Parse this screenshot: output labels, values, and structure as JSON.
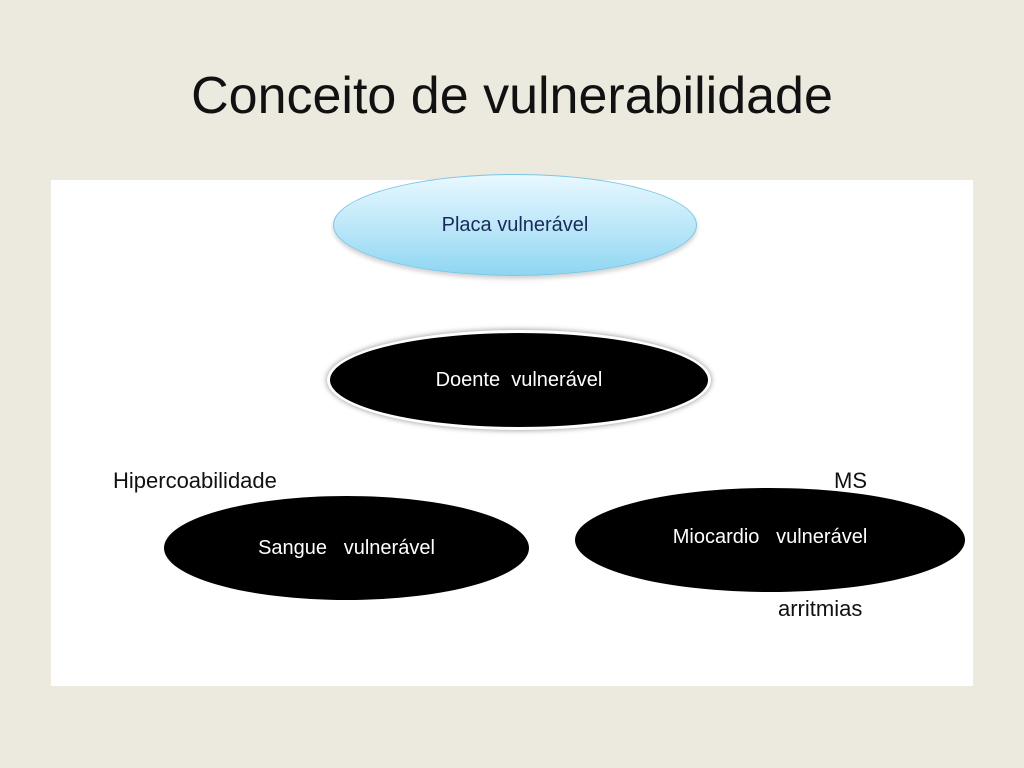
{
  "slide": {
    "title": "Conceito de vulnerabilidade"
  },
  "diagram": {
    "nodes": {
      "placa": "Placa vulnerável",
      "doente": "Doente  vulnerável",
      "sangue": "Sangue   vulnerável",
      "miocardio": "Miocardio   vulnerável"
    },
    "labels": {
      "hipercoabilidade": "Hipercoabilidade",
      "ms": "MS",
      "arritmias": "arritmias"
    },
    "colors": {
      "background": "#ece9df",
      "panel": "#ffffff",
      "placa_fill": "#b9e6f8",
      "node_fill": "#000000",
      "node_text": "#ffffff"
    }
  }
}
